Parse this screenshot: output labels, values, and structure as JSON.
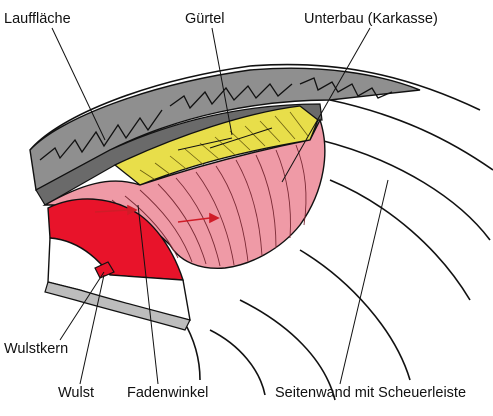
{
  "labels": {
    "lauflaeche": "Lauffläche",
    "guertel": "Gürtel",
    "unterbau": "Unterbau (Karkasse)",
    "wulstkern": "Wulstkern",
    "wulst": "Wulst",
    "fadenwinkel": "Fadenwinkel",
    "seitenwand": "Seitenwand mit Scheuerleiste"
  },
  "colors": {
    "tread_gray": "#8f8f8f",
    "tread_dark": "#5e5e5e",
    "belt_yellow": "#e8de4a",
    "carcass_pink": "#ef9aa6",
    "inner_red": "#e8132a",
    "outline": "#111111",
    "arrow": "#d01c28"
  }
}
